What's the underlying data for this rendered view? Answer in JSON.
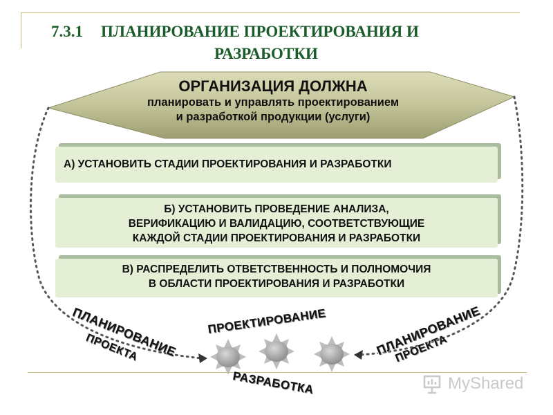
{
  "header": {
    "number": "7.3.1",
    "title_line1": "ПЛАНИРОВАНИЕ ПРОЕКТИРОВАНИЯ И",
    "title_line2": "РАЗРАБОТКИ"
  },
  "organization": {
    "heading": "ОРГАНИЗАЦИЯ ДОЛЖНА",
    "line1": "планировать и управлять проектированием",
    "line2": "и разработкой продукции (услуги)"
  },
  "steps": [
    {
      "lines": [
        "А) УСТАНОВИТЬ СТАДИИ ПРОЕКТИРОВАНИЯ И РАЗРАБОТКИ"
      ]
    },
    {
      "lines": [
        "Б) УСТАНОВИТЬ ПРОВЕДЕНИЕ АНАЛИЗА,",
        "ВЕРИФИКАЦИЮ И ВАЛИДАЦИЮ, СООТВЕТСТВУЮЩИЕ",
        "КАЖДОЙ СТАДИИ ПРОЕКТИРОВАНИЯ И РАЗРАБОТКИ"
      ]
    },
    {
      "lines": [
        "В) РАСПРЕДЕЛИТЬ ОТВЕТСТВЕННОСТЬ И ПОЛНОМОЧИЯ",
        "В ОБЛАСТИ ПРОЕКТИРОВАНИЯ И РАЗРАБОТКИ"
      ]
    }
  ],
  "bottom": {
    "left_top": "ПЛАНИРОВАНИЕ",
    "left_bottom": "ПРОЕКТА",
    "center_top": "ПРОЕКТИРОВАНИЕ",
    "center_bottom": "РАЗРАБОТКА",
    "right_top": "ПЛАНИРОВАНИЕ",
    "right_bottom": "ПРОЕКТА"
  },
  "watermark": {
    "text": "MyShared"
  },
  "colors": {
    "title": "#1a5c2a",
    "box_fill": "#e4efd6",
    "hexagon": "#b7b78a",
    "gear": "#999999"
  }
}
